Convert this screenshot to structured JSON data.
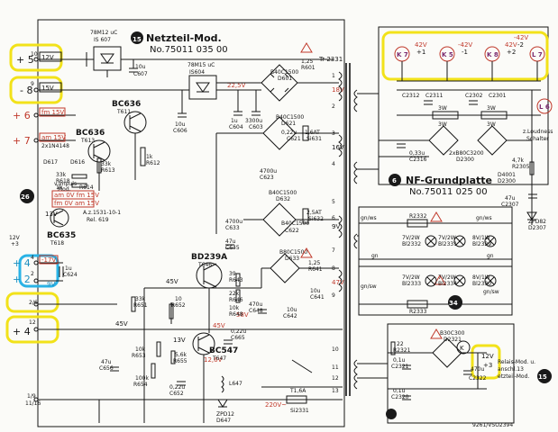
{
  "modules": {
    "netzteil": {
      "badge": "15",
      "title": "Netzteil-Mod.",
      "number": "No.75011 035 00"
    },
    "nf": {
      "badge": "6",
      "title": "NF-Grundplatte",
      "number": "No.75011 025 00"
    },
    "lamps_badge": "34",
    "relais_badge": "15",
    "relais_lines": [
      "Relais-Mod. u.",
      "anschl.13",
      "etzteil-Mod."
    ],
    "left_badge": "26"
  },
  "left_terminals": [
    {
      "pin": "10",
      "sign": "+ 5"
    },
    {
      "pin": "9",
      "sign": "- 8"
    },
    {
      "pin": "",
      "sign": "+ 6"
    },
    {
      "pin": "",
      "sign": "+ 7"
    },
    {
      "pin": "",
      "sign": "+ 4"
    },
    {
      "pin": "",
      "sign": "+ 2"
    },
    {
      "pin": "",
      "sign": "+ 4"
    }
  ],
  "left_pins": [
    "4",
    "2",
    "2/6",
    "12",
    "1/9",
    "11/16"
  ],
  "rail_labels": [
    "12V",
    "15V",
    "fm 15V",
    "am 15V",
    "am 0V fm 15V",
    "fm 0V am 15V",
    "13V",
    "-17V",
    "9V",
    "45V",
    "45V",
    "13V",
    "58V",
    "45V",
    "12,6V",
    "22,5V",
    "18V",
    "16V",
    "9V",
    "47V",
    "220V~"
  ],
  "top_left_labels": [
    "v.Impuls-",
    "Mod.",
    "A.z.1531-10-1",
    "Rel. 619",
    "12V",
    "+3"
  ],
  "connectors_top": [
    {
      "id": "K 7",
      "volt": "42V",
      "sign": "+1"
    },
    {
      "id": "K 5",
      "volt": "-42V",
      "sign": "-1"
    },
    {
      "id": "K 8",
      "volt": "42V",
      "sign": "+2"
    },
    {
      "id": "L 7",
      "volt": "-42V",
      "sign": "-2"
    }
  ],
  "connector_l6": "L 6",
  "connector_k": "K",
  "relais_out": [
    "12V",
    "+3"
  ],
  "components": {
    "ic_top": [
      "78M12 uC",
      "IS 607"
    ],
    "ic_mid": [
      "78M15 uC",
      "IS604"
    ],
    "bc636a": [
      "BC636",
      "T611"
    ],
    "bc636b": [
      "BC636",
      "T613"
    ],
    "bc635": [
      "BC635",
      "T618"
    ],
    "bd239": [
      "BD239A",
      "T646"
    ],
    "bc547": [
      "BC547",
      "T647"
    ],
    "zener": [
      "ZPD12",
      "D647"
    ],
    "coil": [
      "L647"
    ],
    "diode1": [
      "2x1N4148",
      "D617"
    ],
    "diode2": [
      "D616"
    ],
    "r612": [
      "1k",
      "R612"
    ],
    "r618": [
      "33k",
      "R618"
    ],
    "r614": [
      "1k",
      "R614"
    ],
    "r613": [
      "33k",
      "R613"
    ],
    "r601": [
      "1,25",
      "R601"
    ],
    "r641": [
      "1,25",
      "R641"
    ],
    "r651": [
      "33k",
      "R651"
    ],
    "r652": [
      "10",
      "R652"
    ],
    "r653": [
      "10k",
      "R653"
    ],
    "r654": [
      "100k",
      "R654"
    ],
    "r655": [
      "5,6k",
      "R655"
    ],
    "r643": [
      "39",
      "R643"
    ],
    "r646": [
      "22k",
      "R646"
    ],
    "r648": [
      "10k",
      "R648"
    ],
    "c607": [
      "10u",
      "C607"
    ],
    "c606": [
      "10u",
      "C606"
    ],
    "c604": [
      "1u",
      "C604"
    ],
    "c603": [
      "3300u",
      "C603"
    ],
    "c622": [
      "B40C1500",
      "C622"
    ],
    "c621": [
      "0,22u",
      "C621"
    ],
    "c623": [
      "4700u",
      "C623"
    ],
    "c624": [
      "1u",
      "C624"
    ],
    "c633": [
      "4700u",
      "C633"
    ],
    "c656": [
      "47u",
      "C656"
    ],
    "c652": [
      "0,22u",
      "C652"
    ],
    "c645": [
      "47u",
      "C645"
    ],
    "c648": [
      "470u",
      "C648"
    ],
    "c642": [
      "10u",
      "C642"
    ],
    "c641": [
      "10u",
      "C641"
    ],
    "c665": [
      "0,22u",
      "C665"
    ],
    "b601": [
      "B40C1500",
      "D601"
    ],
    "b621": [
      "B40C1500",
      "D621"
    ],
    "b632": [
      "B40C1500",
      "D632"
    ],
    "b633": [
      "B80C1500",
      "D633"
    ],
    "tr": [
      "Tr 2331"
    ],
    "si631": [
      "1,6AT",
      "Si631"
    ],
    "si632": [
      "2,5AT",
      "Si632"
    ],
    "si2331": [
      "T1,6A",
      "Si2331"
    ],
    "c2312": [
      "C2312",
      "C2311"
    ],
    "c2302": [
      "C2302",
      "C2301"
    ],
    "c2316": [
      "0,33u",
      "C2316"
    ],
    "b2300": [
      "2xB80C3200",
      "D2300"
    ],
    "r2305": [
      "4,7k",
      "R2305"
    ],
    "d4001": [
      "D4001",
      "D2300"
    ],
    "c2307": [
      "47u",
      "C2307"
    ],
    "zpd82": [
      "ZPD82",
      "D2307"
    ],
    "loudness": [
      "z.Loudness",
      "Schalter"
    ],
    "r2332": [
      "R2332"
    ],
    "r2333": [
      "R2333"
    ],
    "lamps": [
      {
        "rating": "7V/2W",
        "id": "Bl2332"
      },
      {
        "rating": "7V/2W",
        "id": "Bl2331"
      },
      {
        "rating": "8V/1W",
        "id": "Bl2329"
      },
      {
        "rating": "7V/2W",
        "id": "Bl2333"
      },
      {
        "rating": "7V/2W",
        "id": "Bl2334"
      },
      {
        "rating": "8V/1W",
        "id": "Bl2330"
      }
    ],
    "b30c300": [
      "B30C300",
      "D2321"
    ],
    "r2321": [
      "22",
      "R2321"
    ],
    "c2321": [
      "0,1u",
      "C2321"
    ],
    "c2322": [
      "470u",
      "C2322"
    ],
    "c2320": [
      "0,1u",
      "C2320"
    ],
    "res3w": [
      "3W",
      "3W",
      "3W",
      "3W"
    ]
  },
  "wire_labels": [
    "gn/ws",
    "gn/ws",
    "gn",
    "gn",
    "gn/sw",
    "gn/sw"
  ],
  "footer": "9261/VSO2394",
  "connector_pins": [
    "1",
    "2",
    "3",
    "4",
    "5",
    "6",
    "7",
    "8",
    "9",
    "10",
    "11",
    "12",
    "13"
  ],
  "highlight_colors": {
    "yellow": "#f2e21a",
    "cyan": "#2ab3e6",
    "warn": "#c0392b",
    "badge": "#1a1a1a"
  }
}
